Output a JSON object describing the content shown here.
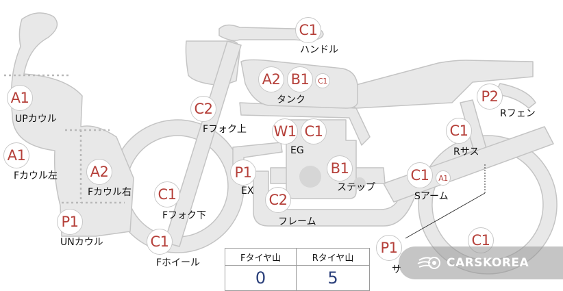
{
  "colors": {
    "part_fill": "#e8e8e8",
    "part_stroke": "#c4c4c4",
    "grade_text": "#b5403a",
    "score_text": "#2a3f7a"
  },
  "grades": {
    "handle": "C1",
    "tank_1": "A2",
    "tank_2": "B1",
    "tank_3": "C1",
    "up_cowl": "A1",
    "f_fork_upper": "C2",
    "r_fender": "P2",
    "eg_1": "W1",
    "eg_2": "C1",
    "r_sus": "C1",
    "f_cowl_left": "A1",
    "f_cowl_right": "A2",
    "ex": "P1",
    "step": "B1",
    "s_arm_1": "C1",
    "s_arm_2": "A1",
    "f_fork_lower": "C1",
    "frame": "C2",
    "un_cowl": "P1",
    "f_wheel": "C1",
    "side": "P1",
    "r_wheel": "C1"
  },
  "labels": {
    "handle": "ハンドル",
    "tank": "タンク",
    "up_cowl": "UPカウル",
    "f_fork_upper": "Fフォク上",
    "r_fender": "Rフェン",
    "eg": "EG",
    "r_sus": "Rサス",
    "f_cowl_left": "Fカウル左",
    "f_cowl_right": "Fカウル右",
    "ex": "EX",
    "step": "ステップ",
    "s_arm": "Sアーム",
    "f_fork_lower": "Fフォク下",
    "frame": "フレーム",
    "un_cowl": "UNカウル",
    "f_wheel": "Fホイール",
    "side": "サ"
  },
  "tire_table": {
    "front_header": "Fタイヤ山",
    "rear_header": "Rタイヤ山",
    "front_value": "0",
    "rear_value": "5"
  },
  "watermark": {
    "brand": "CARSKOREA",
    "icon": "flame-logo-icon"
  }
}
